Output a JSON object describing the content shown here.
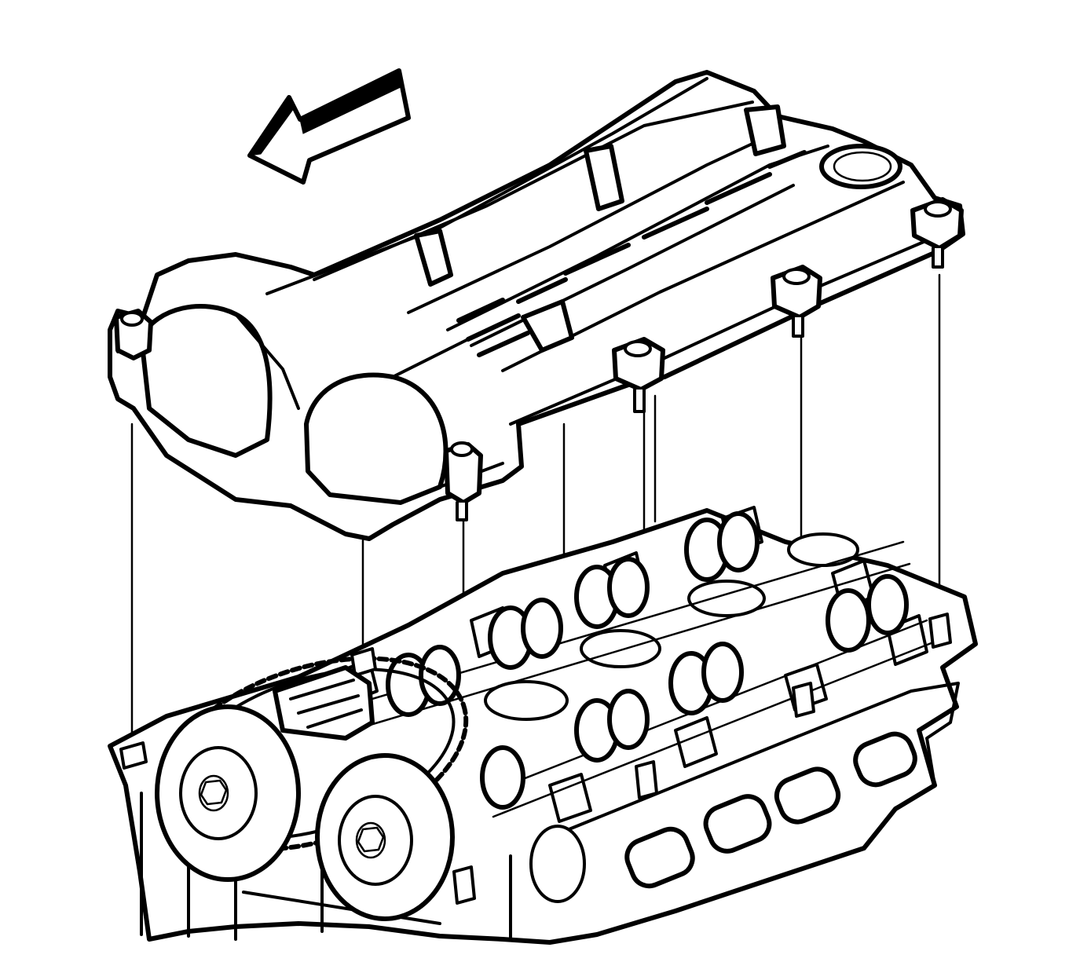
{
  "figure": {
    "background": "#ffffff",
    "ink": "#000000",
    "components": [
      "direction-arrow",
      "camshaft-cover",
      "cover-bolt",
      "alignment-line",
      "cylinder-head",
      "camshaft-intake",
      "camshaft-exhaust",
      "timing-sprocket",
      "timing-chain"
    ],
    "cover_bolt_count": 5
  }
}
